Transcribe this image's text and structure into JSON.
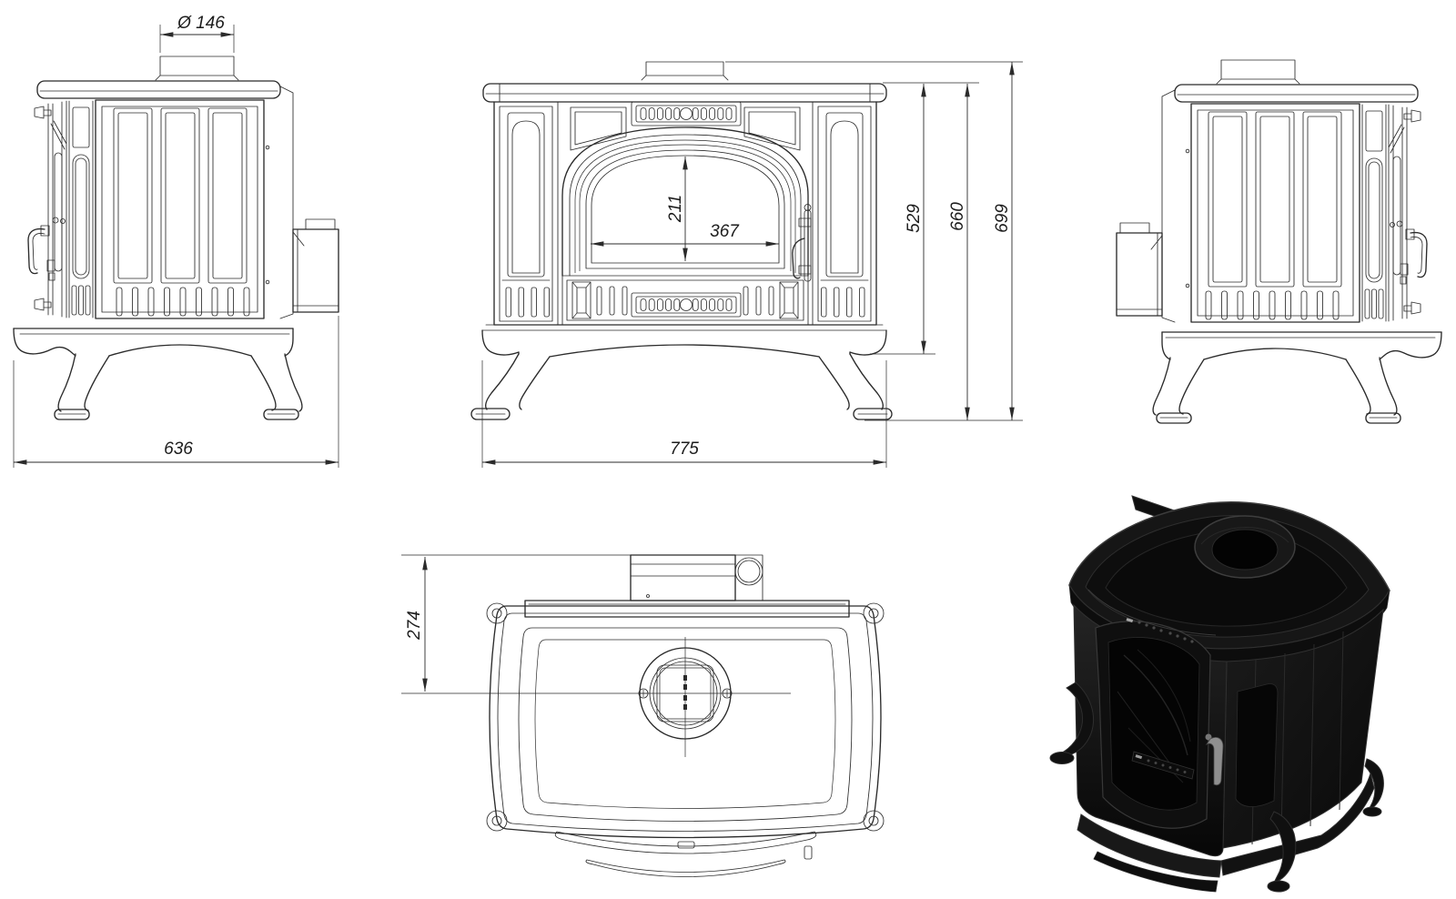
{
  "canvas": {
    "background": "#ffffff",
    "line_color": "#2b2b2b",
    "text_color": "#1c1c1c",
    "render_color": "#101010"
  },
  "dimensions": {
    "flue_diameter": "Ø 146",
    "depth": "636",
    "overall_width": "775",
    "glass_height": "211",
    "glass_width": "367",
    "body_height": "529",
    "height_without_flue": "660",
    "total_height": "699",
    "flue_center_offset": "274"
  }
}
